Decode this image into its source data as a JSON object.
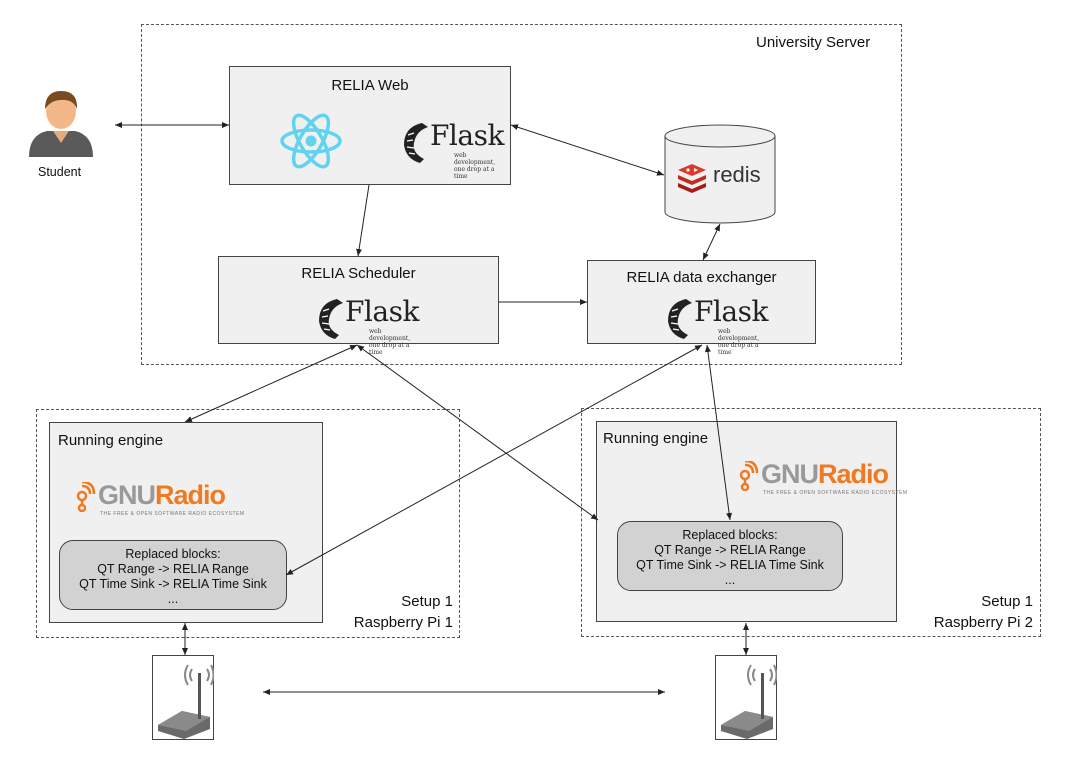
{
  "server": {
    "label": "University Server"
  },
  "student": {
    "label": "Student"
  },
  "web": {
    "title": "RELIA Web"
  },
  "scheduler": {
    "title": "RELIA Scheduler"
  },
  "exchanger": {
    "title": "RELIA data exchanger"
  },
  "redis": {
    "label": "redis"
  },
  "flask": {
    "word": "Flask",
    "tagline1": "web development,",
    "tagline2": "one drop at a time"
  },
  "gnuradio": {
    "word_gnu": "GNU",
    "word_radio": "Radio",
    "tagline": "THE FREE & OPEN SOFTWARE RADIO ECOSYSTEM"
  },
  "setup1": {
    "engine_title": "Running engine",
    "replaced": {
      "title": "Replaced blocks:",
      "line1": "QT Range -> RELIA Range",
      "line2": "QT Time Sink -> RELIA Time Sink",
      "line3": "..."
    },
    "label_line1": "Setup 1",
    "label_line2": "Raspberry Pi 1"
  },
  "setup2": {
    "engine_title": "Running engine",
    "replaced": {
      "title": "Replaced blocks:",
      "line1": "QT Range -> RELIA Range",
      "line2": "QT Time Sink -> RELIA Time Sink",
      "line3": "..."
    },
    "label_line1": "Setup 1",
    "label_line2": "Raspberry Pi 2"
  },
  "icons": [
    "user-icon",
    "react-icon",
    "flask-logo",
    "redis-icon",
    "gnuradio-logo",
    "sdr-device-icon"
  ]
}
